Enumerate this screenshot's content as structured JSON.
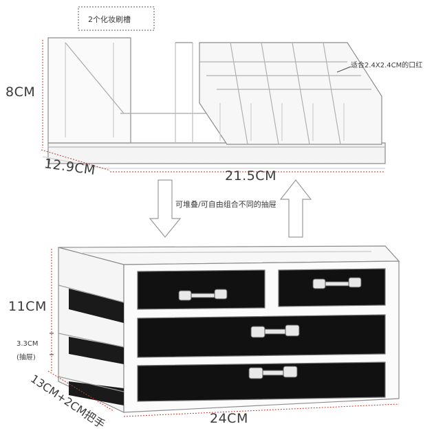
{
  "brush_slot_label": "2个化妆刷槽",
  "lipstick_label": "适合2.4X2.4CM的口红",
  "stack_note": "可堆叠/可自由组合不同的抽屉",
  "top_unit": {
    "height": "8CM",
    "depth": "12.9CM",
    "width": "21.5CM"
  },
  "drawer_unit": {
    "height": "11CM",
    "drawer_height": "3.3CM",
    "drawer_height_note": "(抽屉)",
    "depth": "13CM+2CM把手",
    "width": "24CM"
  },
  "colors": {
    "dimension_line": "#c0392b",
    "acrylic_edge": "#8c8c8c",
    "drawer_lining": "#111111"
  }
}
